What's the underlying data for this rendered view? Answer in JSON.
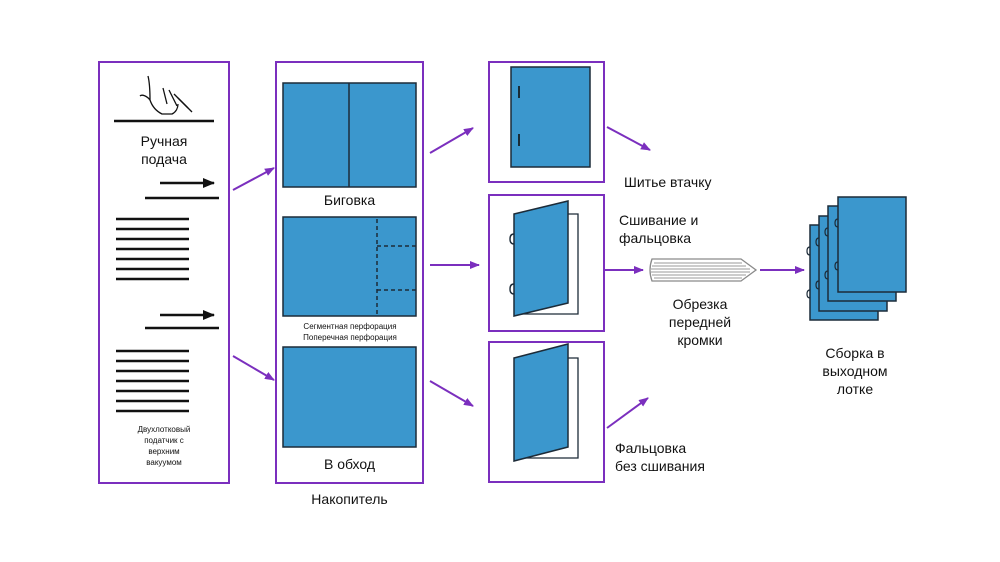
{
  "colors": {
    "frame": "#7b2fbe",
    "sheet_fill": "#3b97cd",
    "sheet_stroke": "#1c2b38",
    "arrow": "#7b2fbe",
    "feed_line": "#111111"
  },
  "icons": {
    "hand": "hand-icon",
    "feed_arrow": "arrow-right-icon",
    "paper_stack": "paper-stack-icon",
    "trimmer": "trim-roller-icon",
    "staple": "staple-icon"
  },
  "feeder": {
    "manual_label": "Ручная\nподача",
    "vacuum_label": "Двухлотковый\nподатчик с\nверхним\nвакуумом"
  },
  "accumulator": {
    "label": "Накопитель",
    "crease_label": "Биговка",
    "perforation_label_1": "Сегментная перфорация",
    "perforation_label_2": "Поперечная перфорация",
    "bypass_label": "В обход"
  },
  "finishing": {
    "saddle_stitch_label": "Шитье втачку",
    "stitch_fold_label": "Сшивание и\nфальцовка",
    "fold_only_label": "Фальцовка\nбез сшивания"
  },
  "trim": {
    "label": "Обрезка\nпередней\nкромки"
  },
  "output": {
    "label": "Сборка в\nвыходном\nлотке"
  }
}
